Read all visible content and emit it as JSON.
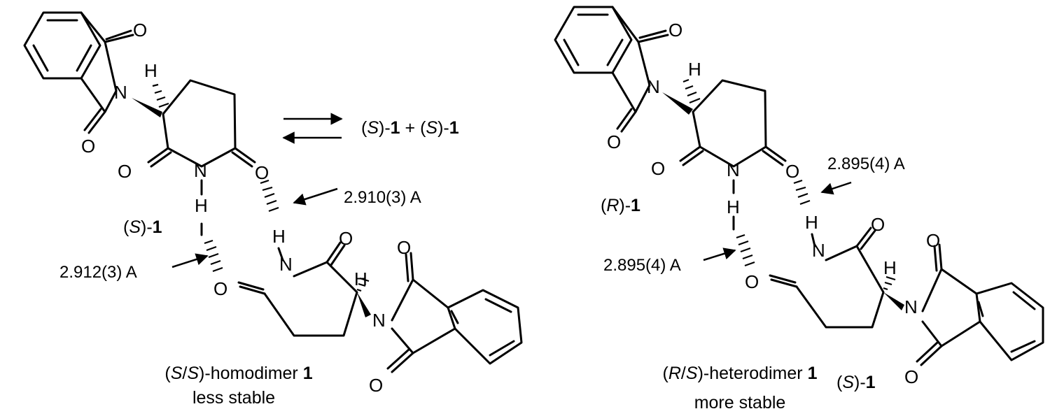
{
  "atoms": {
    "O": "O",
    "N": "N",
    "H": "H"
  },
  "equilibrium_products": {
    "open1": "(",
    "s1": "S",
    "close1": ")-",
    "num1": "1",
    "plus": " + (",
    "s2": "S",
    "close2": ")-",
    "num2": "1"
  },
  "left": {
    "mol_top": {
      "open": "(",
      "config": "S",
      "close": ")-",
      "num": "1"
    },
    "dist_top": "2.910(3) A",
    "dist_bottom": "2.912(3) A",
    "dimer": {
      "open": "(",
      "c1": "S",
      "slash": "/",
      "c2": "S",
      "close": ")-homodimer ",
      "num": "1",
      "stability": "less stable"
    }
  },
  "right": {
    "mol_top": {
      "open": "(",
      "config": "R",
      "close": ")-",
      "num": "1"
    },
    "mol_bottom": {
      "open": "(",
      "config": "S",
      "close": ")-",
      "num": "1"
    },
    "dist_top": "2.895(4) A",
    "dist_bottom": "2.895(4) A",
    "dimer": {
      "open": "(",
      "c1": "R",
      "slash": "/",
      "c2": "S",
      "close": ")-heterodimer ",
      "num": "1",
      "stability": "more stable"
    }
  }
}
